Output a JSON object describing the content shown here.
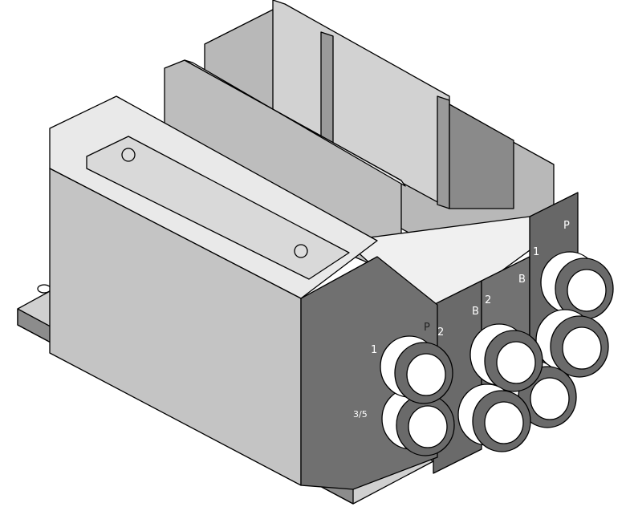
{
  "port_labels": {
    "left_end_supply": "P",
    "left_end_port1": "1",
    "left_end_exhaust": "3/5",
    "station1_a": "2",
    "station1_b": "B",
    "station2_a": "2",
    "station2_b": "B",
    "right_end_supply": "P",
    "right_end_port1": "1"
  },
  "colors": {
    "body_light": "#c8c8c8",
    "body_mid": "#a9a9a9",
    "body_dark": "#6e6e6e",
    "fitting": "#ffffff"
  }
}
